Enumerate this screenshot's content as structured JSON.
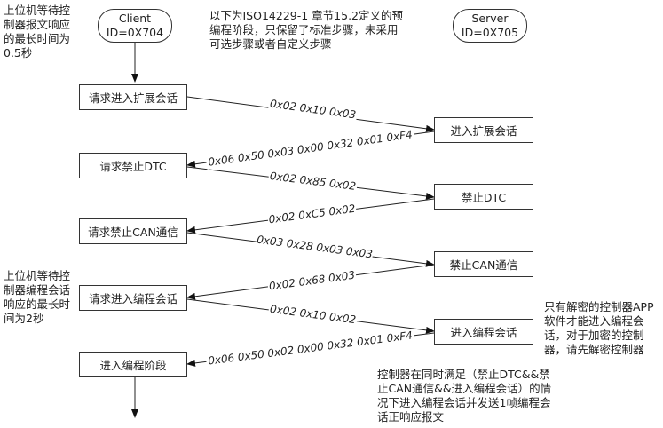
{
  "notes": {
    "client_timeout": "上位机等待控\n制器报文响应\n的最长时间为\n0.5秒",
    "intro": "以下为ISO14229-1 章节15.2定义的预\n编程阶段，只保留了标准步骤，未采用\n可选步骤或者自定义步骤",
    "programming_timeout": "上位机等待控\n制器编程会话\n响应的最长时\n间为2秒",
    "decrypt_note": "只有解密的控制器APP\n软件才能进入编程会\n话，对于加密的控制\n器，请先解密控制器",
    "condition_note": "控制器在同时满足（禁止DTC&&禁\n止CAN通信&&进入编程会话）的情\n况下进入编程会话并发送1帧编程会\n话正响应报文"
  },
  "actors": {
    "client": {
      "name": "Client",
      "id": "ID=0X704"
    },
    "server": {
      "name": "Server",
      "id": "ID=0X705"
    }
  },
  "client_steps": [
    "请求进入扩展会话",
    "请求禁止DTC",
    "请求禁止CAN通信",
    "请求进入编程会话",
    "进入编程阶段"
  ],
  "server_steps": [
    "进入扩展会话",
    "禁止DTC",
    "禁止CAN通信",
    "进入编程会话"
  ],
  "messages": [
    {
      "label": "0x02 0x10 0x03",
      "direction": "request"
    },
    {
      "label": "0x06 0x50 0x03 0x00 0x32 0x01 0xF4",
      "direction": "response"
    },
    {
      "label": "0x02 0x85 0x02",
      "direction": "request"
    },
    {
      "label": "0x02 0xC5 0x02",
      "direction": "response"
    },
    {
      "label": "0x03 0x28 0x03 0x03",
      "direction": "request"
    },
    {
      "label": "0x02 0x68 0x03",
      "direction": "response"
    },
    {
      "label": "0x02 0x10 0x02",
      "direction": "request"
    },
    {
      "label": "0x06 0x50 0x02 0x00 0x32 0x01 0xF4",
      "direction": "response"
    }
  ]
}
